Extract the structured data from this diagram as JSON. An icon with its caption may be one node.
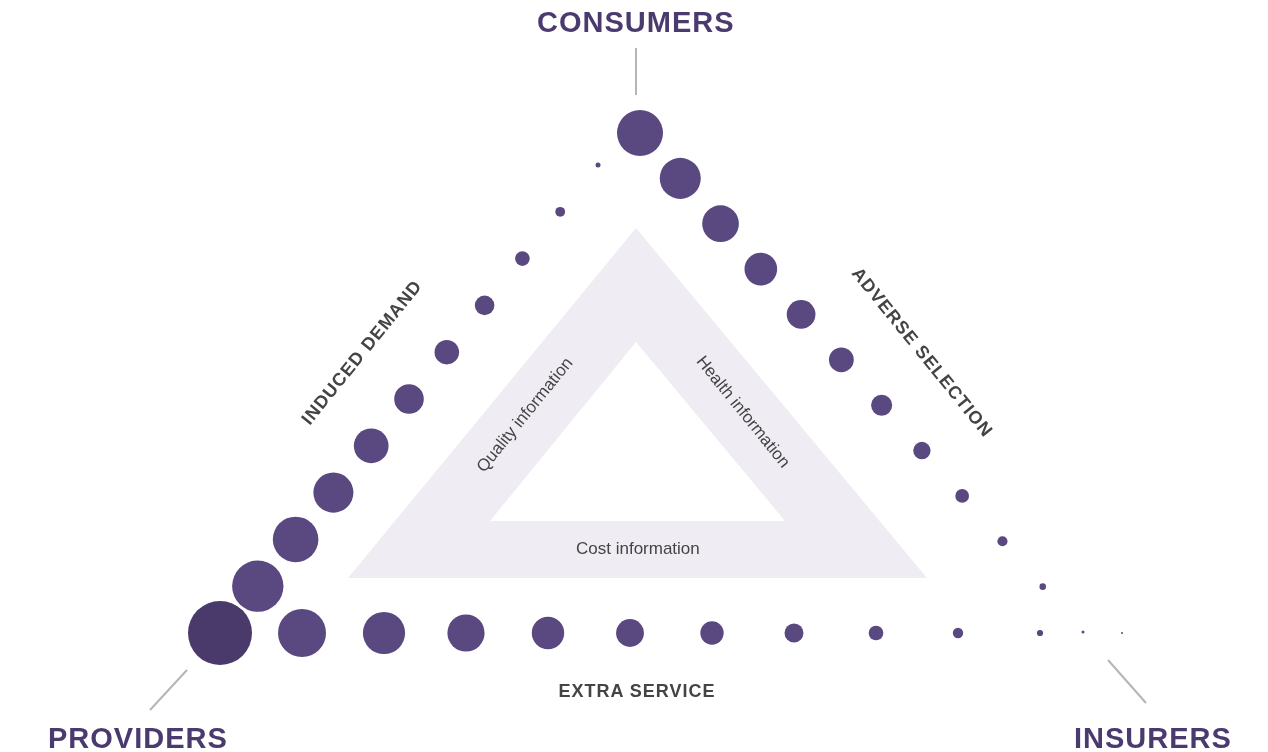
{
  "diagram": {
    "nodes": [
      {
        "text": [
          "CONSUMERS"
        ]
      },
      {
        "text": [
          "PROVIDERS"
        ]
      },
      {
        "text": [
          "INSURERS"
        ]
      },
      {
        "text": [
          "Quality information",
          "Health information",
          "Cost information"
        ]
      }
    ],
    "edges": [
      {
        "from": 0,
        "to": null,
        "arrow": "none"
      },
      {
        "from": 1,
        "to": null,
        "arrow": "none"
      },
      {
        "from": 2,
        "to": null,
        "arrow": "none"
      }
    ],
    "labels": [
      "INDUCED DEMAND",
      "ADVERSE SELECTION",
      "EXTRA SERVICE"
    ]
  }
}
